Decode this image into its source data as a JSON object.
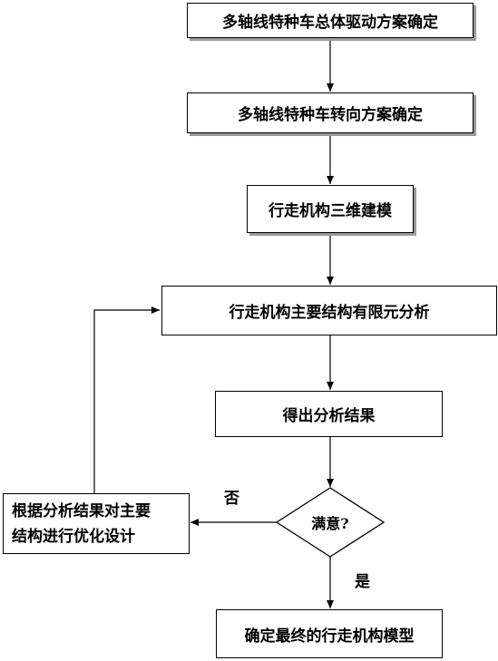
{
  "flowchart": {
    "step1": "多轴线特种车总体驱动方案确定",
    "step2": "多轴线特种车转向方案确定",
    "step3": "行走机构三维建模",
    "step4": "行走机构主要结构有限元分析",
    "step5": "得出分析结果",
    "decision": "满意?",
    "no_label": "否",
    "yes_label": "是",
    "optimize_line1": "根据分析结果对主要",
    "optimize_line2": "结构进行优化设计",
    "final": "确定最终的行走机构模型"
  }
}
